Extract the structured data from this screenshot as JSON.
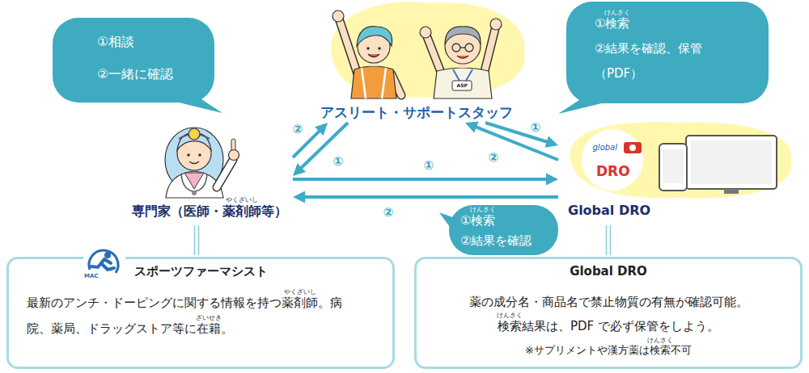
{
  "diagram": {
    "nodes": [
      {
        "text": [
          "①相談",
          "②一緒に確認"
        ]
      },
      {
        "text": [
          "アスリート・サポートスタッフ"
        ]
      },
      {
        "text": [
          "①検索",
          "②結果を確認、保管 （PDF）"
        ]
      },
      {
        "text": [
          "専門家（医師・薬剤師等）"
        ]
      },
      {
        "text": [
          "Global DRO"
        ]
      },
      {
        "text": [
          "①検索",
          "②結果を確認"
        ]
      },
      {
        "text": [
          "スポーツファーマシスト",
          "最新のアンチ・ドーピングに関する情報を持つ薬剤師。病院、薬局、ドラッグストア等に在籍。"
        ]
      },
      {
        "text": [
          "Global DRO",
          "薬の成分名・商品名で禁止物質の有無が確認可能。 検索結果は、PDF で必ず保管をしよう。",
          "※サプリメントや漢方薬は検索不可"
        ]
      }
    ],
    "edges": [
      {
        "from": 3,
        "to": 1,
        "label": "②",
        "arrow": "to"
      },
      {
        "from": 1,
        "to": 3,
        "label": "①",
        "arrow": "to"
      },
      {
        "from": 1,
        "to": 4,
        "label": "①",
        "arrow": "to"
      },
      {
        "from": 4,
        "to": 1,
        "label": "②",
        "arrow": "to"
      },
      {
        "from": 3,
        "to": 4,
        "label": "①",
        "arrow": "to"
      },
      {
        "from": 4,
        "to": 3,
        "label": "②",
        "arrow": "to"
      },
      {
        "from": 3,
        "to": 6,
        "arrow": "none"
      },
      {
        "from": 4,
        "to": 7,
        "arrow": "none"
      }
    ],
    "labels": [
      "けんさく",
      "けんさく",
      "やくざいし",
      "やくざいし",
      "ざいせき",
      "けんさく",
      "けんさく",
      "ASP",
      "MAC",
      "global",
      "DRO"
    ]
  }
}
